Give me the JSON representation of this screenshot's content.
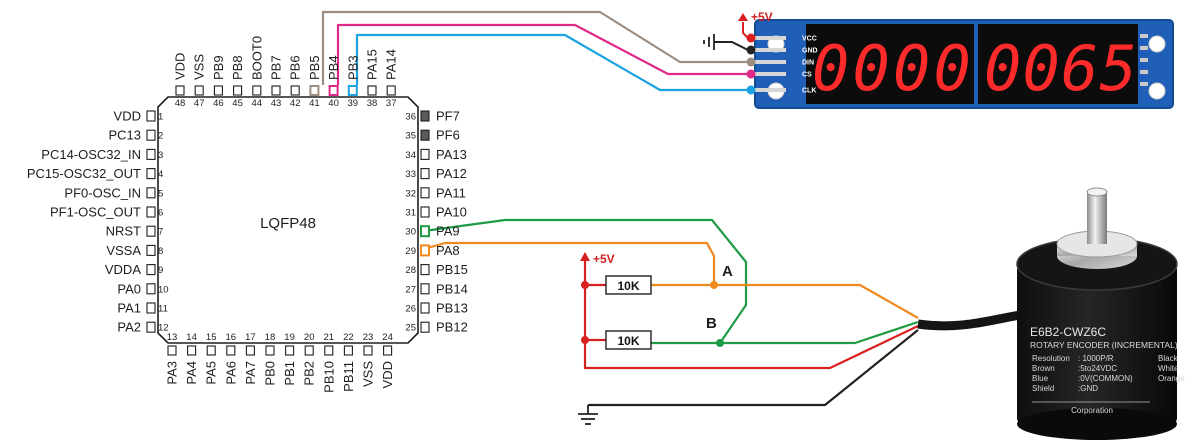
{
  "chip": {
    "name": "LQFP48",
    "left_pins": [
      {
        "num": "1",
        "label": "VDD"
      },
      {
        "num": "2",
        "label": "PC13"
      },
      {
        "num": "3",
        "label": "PC14-OSC32_IN"
      },
      {
        "num": "4",
        "label": "PC15-OSC32_OUT"
      },
      {
        "num": "5",
        "label": "PF0-OSC_IN"
      },
      {
        "num": "6",
        "label": "PF1-OSC_OUT"
      },
      {
        "num": "7",
        "label": "NRST"
      },
      {
        "num": "8",
        "label": "VSSA"
      },
      {
        "num": "9",
        "label": "VDDA"
      },
      {
        "num": "10",
        "label": "PA0"
      },
      {
        "num": "11",
        "label": "PA1"
      },
      {
        "num": "12",
        "label": "PA2"
      }
    ],
    "right_pins": [
      {
        "num": "36",
        "label": "PF7"
      },
      {
        "num": "35",
        "label": "PF6"
      },
      {
        "num": "34",
        "label": "PA13"
      },
      {
        "num": "33",
        "label": "PA12"
      },
      {
        "num": "32",
        "label": "PA11"
      },
      {
        "num": "31",
        "label": "PA10"
      },
      {
        "num": "30",
        "label": "PA9"
      },
      {
        "num": "29",
        "label": "PA8"
      },
      {
        "num": "28",
        "label": "PB15"
      },
      {
        "num": "27",
        "label": "PB14"
      },
      {
        "num": "26",
        "label": "PB13"
      },
      {
        "num": "25",
        "label": "PB12"
      }
    ],
    "top_pins": [
      {
        "num": "48",
        "label": "VDD"
      },
      {
        "num": "47",
        "label": "VSS"
      },
      {
        "num": "46",
        "label": "PB9"
      },
      {
        "num": "45",
        "label": "PB8"
      },
      {
        "num": "44",
        "label": "BOOT0"
      },
      {
        "num": "43",
        "label": "PB7"
      },
      {
        "num": "42",
        "label": "PB6"
      },
      {
        "num": "41",
        "label": "PB5"
      },
      {
        "num": "40",
        "label": "PB4"
      },
      {
        "num": "39",
        "label": "PB3"
      },
      {
        "num": "38",
        "label": "PA15"
      },
      {
        "num": "37",
        "label": "PA14"
      }
    ],
    "bottom_pins": [
      {
        "num": "13",
        "label": "PA3"
      },
      {
        "num": "14",
        "label": "PA4"
      },
      {
        "num": "15",
        "label": "PA5"
      },
      {
        "num": "16",
        "label": "PA6"
      },
      {
        "num": "17",
        "label": "PA7"
      },
      {
        "num": "18",
        "label": "PB0"
      },
      {
        "num": "19",
        "label": "PB1"
      },
      {
        "num": "20",
        "label": "PB2"
      },
      {
        "num": "21",
        "label": "PB10"
      },
      {
        "num": "22",
        "label": "PB11"
      },
      {
        "num": "23",
        "label": "VSS"
      },
      {
        "num": "24",
        "label": "VDD"
      }
    ]
  },
  "display": {
    "digits": "00000065",
    "power_label": "+5V",
    "pins": [
      "VCC",
      "GND",
      "DIN",
      "CS",
      "CLK"
    ]
  },
  "circuit": {
    "power_label": "+5V",
    "resistor_a": "10K",
    "resistor_b": "10K",
    "signal_a": "A",
    "signal_b": "B"
  },
  "encoder": {
    "model": "E6B2-CWZ6C",
    "subtitle": "ROTARY ENCODER (INCREMENTAL)",
    "specs": [
      {
        "k": "Resolution",
        "v": ": 1000P/R"
      },
      {
        "k": "Brown",
        "v": ":5to24VDC"
      },
      {
        "k": "Blue",
        "v": ":0V(COMMON)"
      },
      {
        "k": "Shield",
        "v": ":GND"
      }
    ],
    "wire_colors": [
      "Black",
      "White",
      "Orange"
    ],
    "maker": "Corporation"
  },
  "colors": {
    "wire_clk": "#1aa3e0",
    "wire_cs": "#e0288a",
    "wire_din": "#9e8e82",
    "wire_a": "#f08a1e",
    "wire_b": "#1f9a45",
    "wire_vcc": "#d82020",
    "wire_gnd": "#222222",
    "led": "#ff2a2a"
  }
}
